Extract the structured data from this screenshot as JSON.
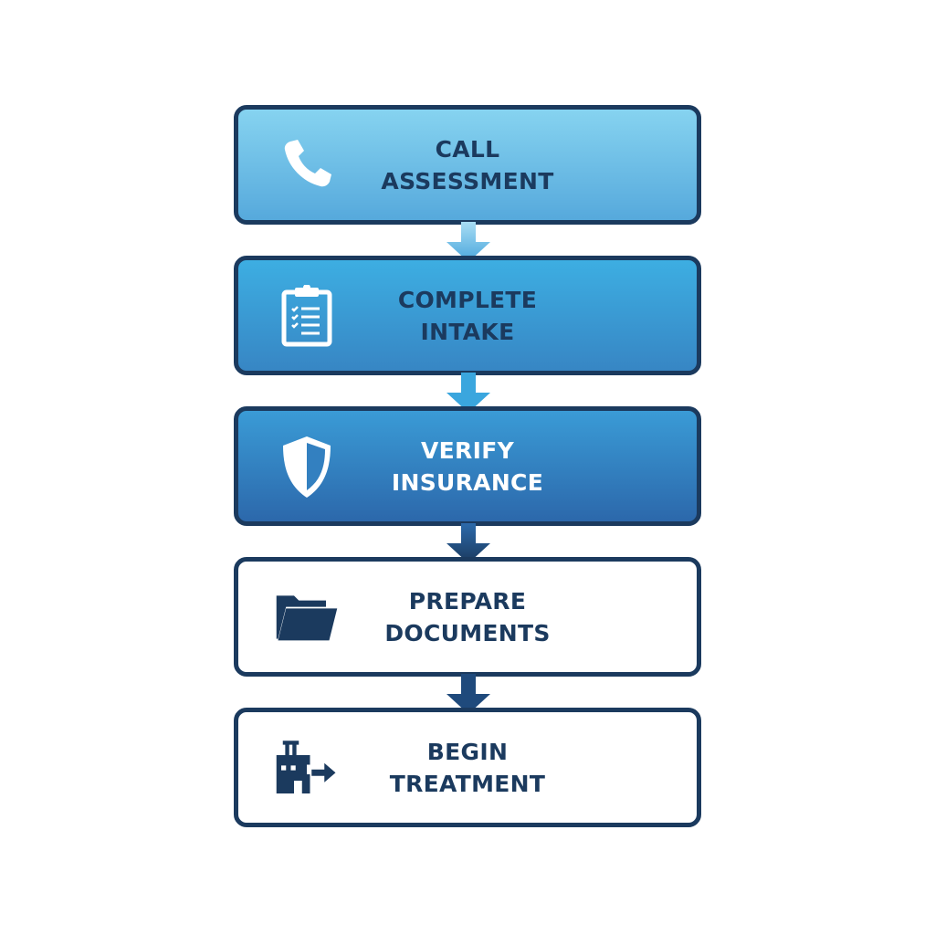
{
  "flowchart": {
    "colors": {
      "border": "#1b3a5e",
      "text_dark": "#1b3a5e",
      "text_light": "#ffffff",
      "step1_fill": "#6cc0e8",
      "step2_fill": "#3a9ad5",
      "step3_fill": "#3280c0",
      "step4_fill": "#ffffff",
      "step5_fill": "#ffffff"
    },
    "steps": [
      {
        "line1": "CALL",
        "line2": "ASSESSMENT",
        "icon": "phone-icon"
      },
      {
        "line1": "COMPLETE",
        "line2": "INTAKE",
        "icon": "clipboard-checklist-icon"
      },
      {
        "line1": "VERIFY",
        "line2": "INSURANCE",
        "icon": "shield-icon"
      },
      {
        "line1": "PREPARE",
        "line2": "DOCUMENTS",
        "icon": "folder-icon"
      },
      {
        "line1": "BEGIN",
        "line2": "TREATMENT",
        "icon": "building-exit-arrow-icon"
      }
    ],
    "connectors": [
      "down-arrow",
      "down-arrow",
      "down-arrow",
      "down-arrow"
    ]
  }
}
